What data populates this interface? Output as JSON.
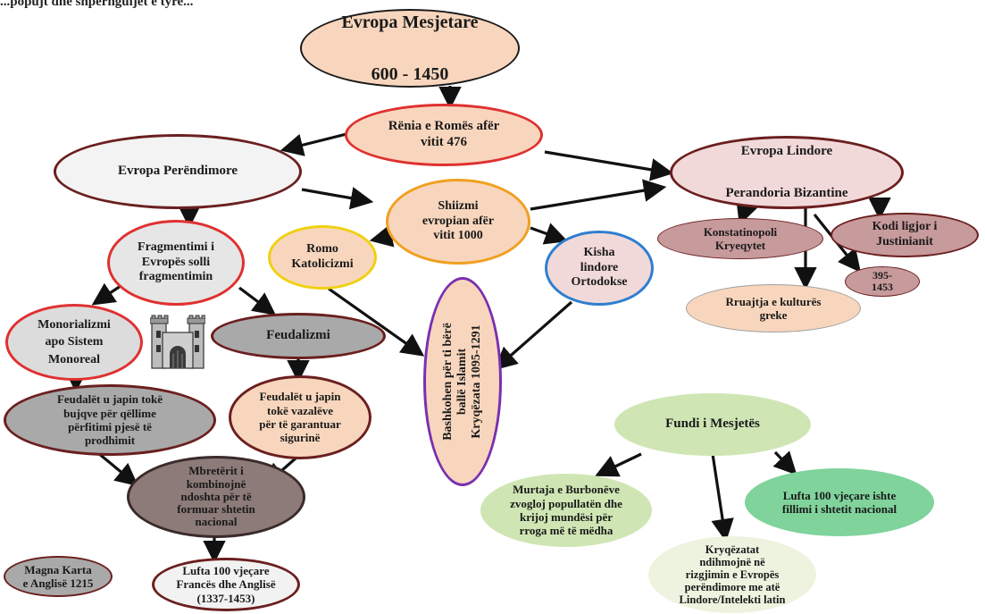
{
  "top_caption": "...popujt dhe shpërnguljet e tyre...",
  "nodes": {
    "root": {
      "line1": "Evropa Mesjetare",
      "line2": "600 - 1450"
    },
    "fall_rome": "Rënia e Romës afër\nvitit 476",
    "western": "Evropa Perëndimore",
    "eastern": {
      "line1": "Evropa Lindore",
      "line2": "Perandoria Bizantine"
    },
    "schism": "Shiizmi\nevropian afër\nvitit 1000",
    "fragmentation": "Fragmentimi i\nEvropës solli\nfragmentimin",
    "roman_catholic": "Romo\nKatolicizmi",
    "orthodox": "Kisha\nlindore\nOrtodokse",
    "constantinople": "Konstatinopoli\nKryeqytet",
    "justinian": "Kodi ligjor i\nJustinianit",
    "years_395": "395-\n1453",
    "greek_culture": "Rruajtja e kulturës\ngreke",
    "monorial": "Monorializmi\napo Sistem\nMonoreal",
    "feudalism": "Feudalizmi",
    "crusades_vertical": "Bashkohen për ti bërë\nballë Islamit\nKryqëzata 1095-1291",
    "feudal_land_serfs": "Feudalët u japin tokë\nbujqve për qëllime\npërfitimi pjesë të\nprodhimit",
    "feudal_land_vassals": "Feudalët u japin\ntokë vazalëve\npër të garantuar\nsigurinë",
    "kings_combine": "Mbretërit i\nkombinojnë\nndoshta për të\nformuar shtetin\nnacional",
    "end_middle_ages": "Fundi i Mesjetës",
    "plague": "Murtaja e Burbonëve\nzvogloj popullatën dhe\nkrijoj mundësi për\nrroga më të mëdha",
    "hundred_years_war_state": "Lufta 100 vjeçare ishte\nfillimi i shtetit nacional",
    "magna_carta": "Magna Karta\ne Anglisë 1215",
    "hundred_years_war": "Lufta  100 vjeçare\nFrancës dhe Anglisë\n(1337-1453)",
    "crusades_help": "Kryqëzatat\nndihmojnë në\nrizgjimin e Evropës\nperëndimore me atë\nLindore/Intelekti latin"
  },
  "icons": {
    "castle": "castle-icon"
  },
  "colors": {
    "peach": "#f8d6bd",
    "pink": "#f2d9d9",
    "mauve": "#c79a9c",
    "gray_light": "#dcdcdc",
    "gray_mid": "#a9a9a9",
    "gray_dark": "#8c7b78",
    "green_light": "#cfe6b4",
    "green_mint": "#7fd39b",
    "green_pale": "#edf3df",
    "red_border": "#e03030",
    "yellow_border": "#f0d010",
    "orange_border": "#f0a020",
    "blue_border": "#2f7fcf",
    "purple_border": "#7a2fb0"
  }
}
